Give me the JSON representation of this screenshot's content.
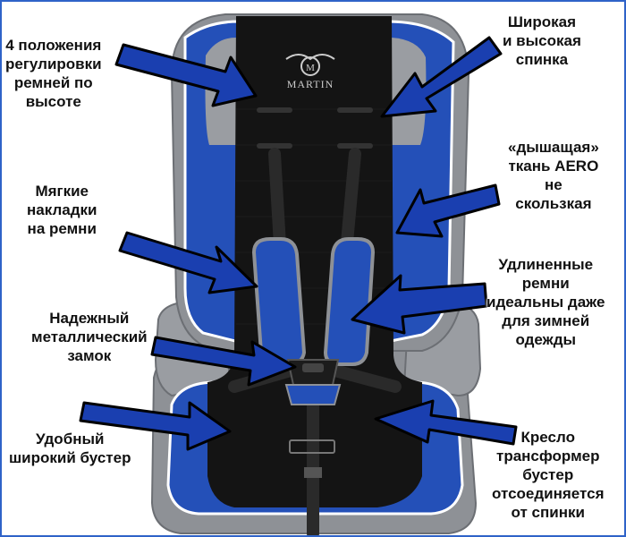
{
  "logo": {
    "text": "MARTIN"
  },
  "colors": {
    "seat_blue": "#2450b8",
    "seat_gray": "#8e9196",
    "fabric_black": "#141414",
    "arrow_fill": "#1a3fb0",
    "arrow_stroke": "#000000",
    "frame": "#2f63c8"
  },
  "callouts": [
    {
      "id": "harness-height",
      "lines": [
        "4 положения",
        "регулировки",
        "ремней по",
        "высоте"
      ]
    },
    {
      "id": "wide-back",
      "lines": [
        "Широкая",
        "и высокая",
        "спинка"
      ]
    },
    {
      "id": "aero-fabric",
      "lines": [
        "«дышащая»",
        "ткань AERO",
        "не",
        "скользкая"
      ]
    },
    {
      "id": "soft-pads",
      "lines": [
        "Мягкие",
        "накладки",
        "на ремни"
      ]
    },
    {
      "id": "long-belts",
      "lines": [
        "Удлиненные",
        "ремни",
        "идеальны даже",
        "для зимней",
        "одежды"
      ]
    },
    {
      "id": "metal-lock",
      "lines": [
        "Надежный",
        "металлический",
        "замок"
      ]
    },
    {
      "id": "booster",
      "lines": [
        "Удобный",
        "широкий бустер"
      ]
    },
    {
      "id": "transformer",
      "lines": [
        "Кресло",
        "трансформер",
        "бустер",
        "отсоединяется",
        "от спинки"
      ]
    }
  ]
}
